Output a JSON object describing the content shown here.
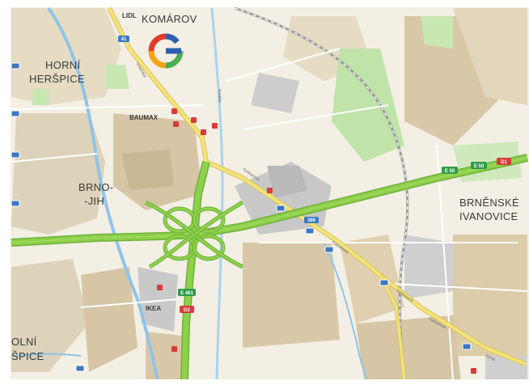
{
  "map": {
    "places": {
      "komarov": "KOMÁROV",
      "horni_1": "HORNÍ",
      "horni_2": "HERŠPICE",
      "brno_1": "BRNO-",
      "brno_2": "-JIH",
      "ivanovice_1": "BRNĚNSKÉ",
      "ivanovice_2": "IVANOVICE",
      "dolni_1": "OLNÍ",
      "dolni_2": "ŠPICE"
    },
    "pois": {
      "lidl": "LIDL",
      "baumax": "BAUMAX",
      "ikea": "IKEA"
    },
    "shields": {
      "e50_a": "E 50",
      "e50_b": "E 50",
      "d1": "D1",
      "e461": "E 461",
      "d2": "D2",
      "r41": "41",
      "r380": "380"
    },
    "streets": {
      "kastanova_a": "Kaštanová",
      "kastanova_b": "Kaštanová",
      "kastanova_c": "Kaštanová",
      "kastanova_d": "Kaštanová",
      "svratka": "Svratka",
      "vidensky": "Vídeňská",
      "zelna": "Zelná"
    },
    "colors": {
      "motorway": "#8fd04a",
      "motorway_edge": "#6db23a",
      "main_road": "#f4e37a",
      "river": "#8fc4e8",
      "rail": "#9a9a9a",
      "built": "#d9c8a8",
      "industrial": "#c9c9c9",
      "green": "#bfe3a8",
      "logo_blue": "#2b5fae",
      "logo_red": "#e23a2d",
      "logo_orange": "#f3a21c",
      "logo_green": "#4cae4c"
    }
  }
}
